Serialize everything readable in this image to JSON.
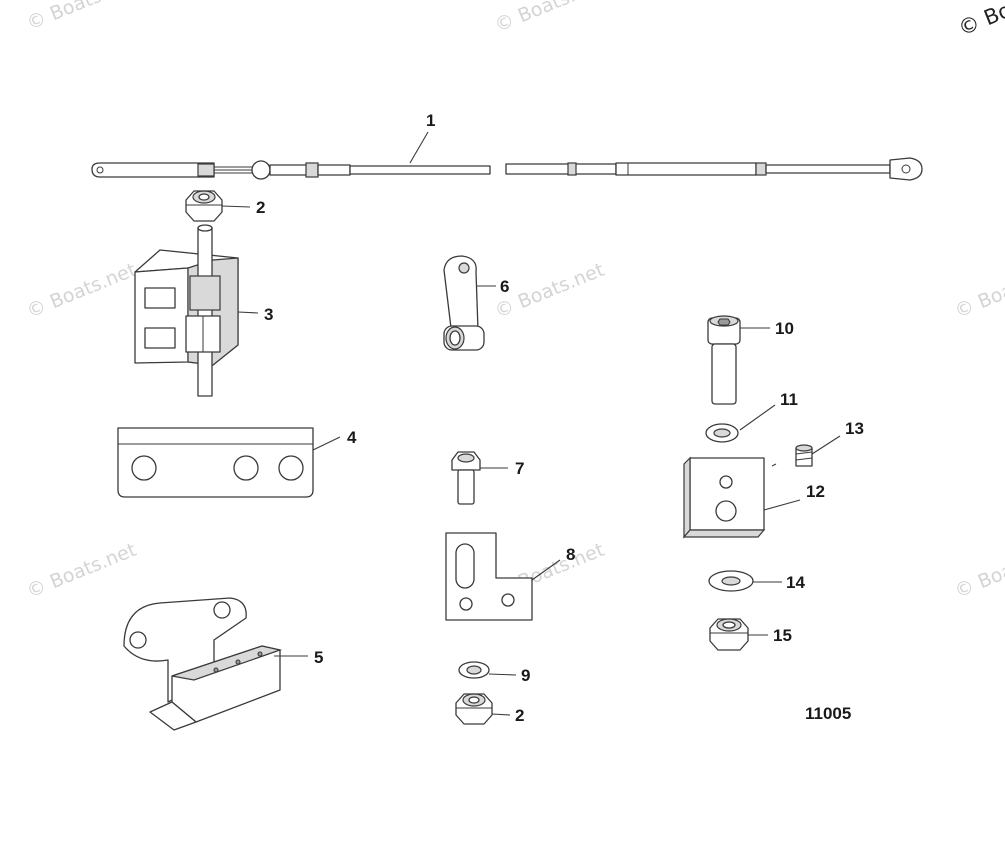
{
  "watermark": {
    "text": "© Boats.net",
    "corner_text": "© Bo"
  },
  "callouts": {
    "c1": "1",
    "c2a": "2",
    "c2b": "2",
    "c3": "3",
    "c4": "4",
    "c5": "5",
    "c6": "6",
    "c7": "7",
    "c8": "8",
    "c9": "9",
    "c10": "10",
    "c11": "11",
    "c12": "12",
    "c13": "13",
    "c14": "14",
    "c15": "15"
  },
  "drawing_number": "11005",
  "colors": {
    "line": "#3a3a3a",
    "shade": "#d9d9d9",
    "watermark": "#d4d4d4"
  }
}
